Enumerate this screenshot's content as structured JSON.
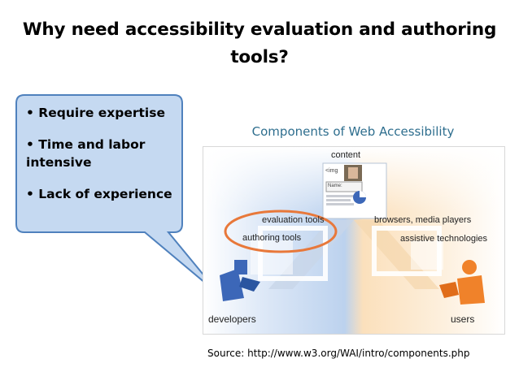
{
  "slide": {
    "title": "Why need accessibility evaluation and authoring tools?"
  },
  "callout": {
    "bullets": [
      "• Require expertise",
      "• Time and labor intensive",
      "• Lack of experience"
    ],
    "fill_color": "#c5d9f1",
    "border_color": "#4f81bd"
  },
  "diagram": {
    "title": "Components of Web Accessibility",
    "labels": {
      "content": "content",
      "img_tag": "<img",
      "name_field": "Name:",
      "evaluation_tools": "evaluation tools",
      "authoring_tools": "authoring tools",
      "browsers": "browsers, media players",
      "assistive": "assistive technologies",
      "developers": "developers",
      "users": "users"
    },
    "colors": {
      "developers_blue": "#3c67b8",
      "users_orange": "#f0822a",
      "highlight_ellipse": "#e8783a"
    }
  },
  "source": "Source: http://www.w3.org/WAI/intro/components.php"
}
